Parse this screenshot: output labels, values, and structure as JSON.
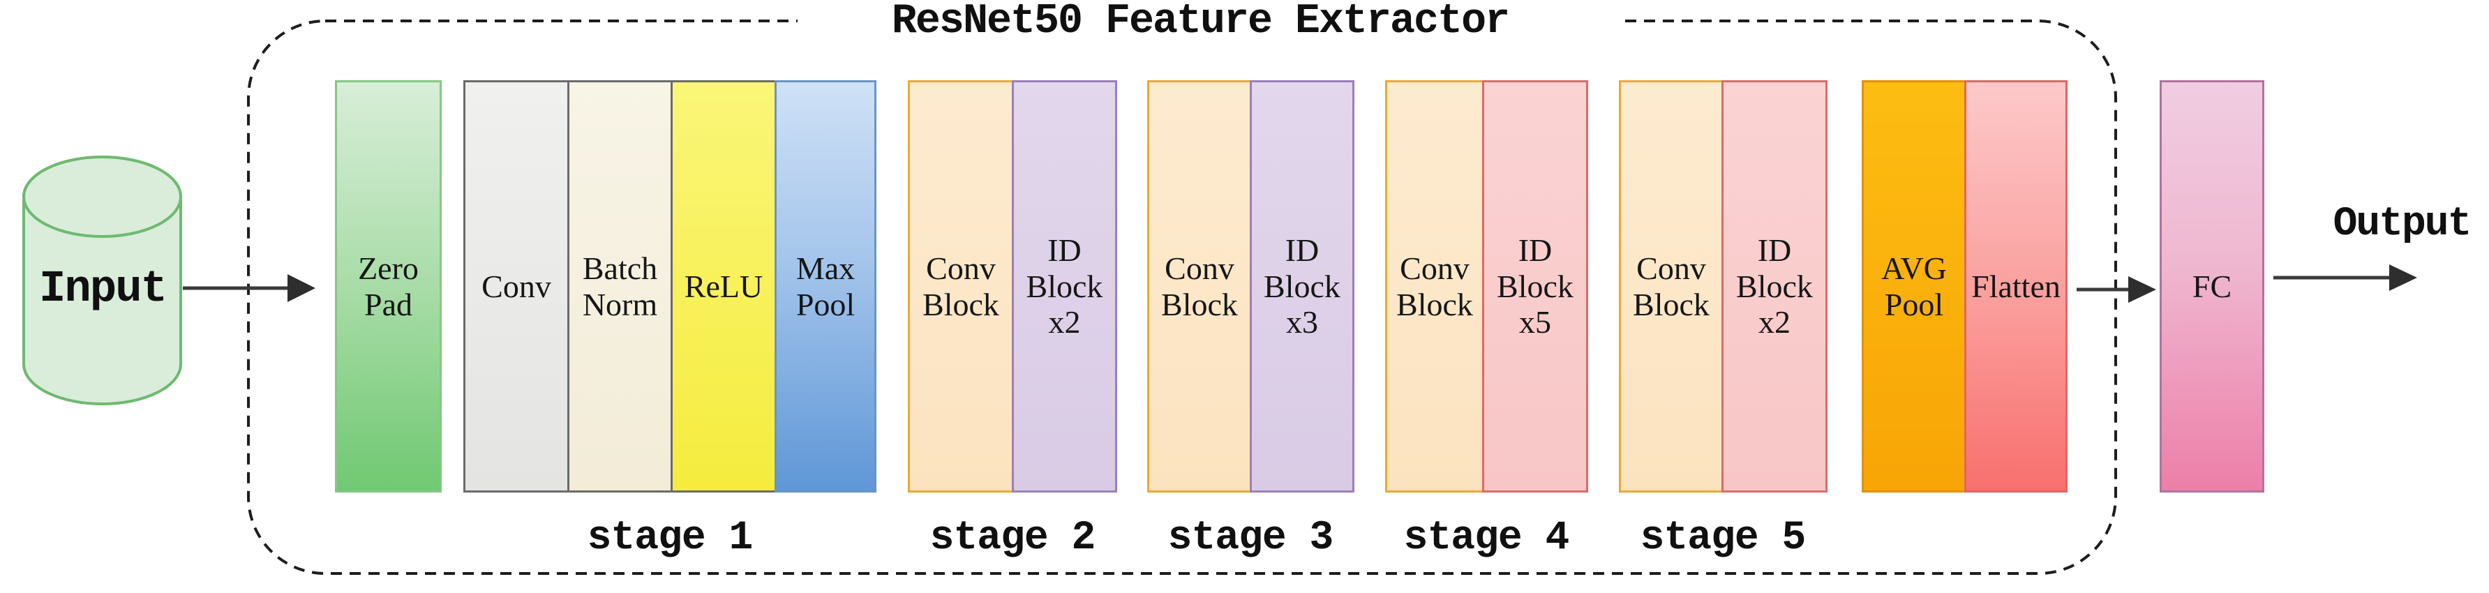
{
  "title": "ResNet50 Feature Extractor",
  "input": {
    "label": "Input"
  },
  "output": {
    "label": "Output"
  },
  "pipeline": {
    "zero_pad": {
      "label": "Zero\nPad"
    },
    "stage1": {
      "conv": "Conv",
      "batch_norm": "Batch\nNorm",
      "relu": "ReLU",
      "max_pool": "Max\nPool"
    },
    "stage2": {
      "conv_block": "Conv\nBlock",
      "id_block": "ID\nBlock\nx2"
    },
    "stage3": {
      "conv_block": "Conv\nBlock",
      "id_block": "ID\nBlock\nx3"
    },
    "stage4": {
      "conv_block": "Conv\nBlock",
      "id_block": "ID\nBlock\nx5"
    },
    "stage5": {
      "conv_block": "Conv\nBlock",
      "id_block": "ID\nBlock\nx2"
    },
    "head": {
      "avg_pool": "AVG\nPool",
      "flatten": "Flatten",
      "fc": "FC"
    }
  },
  "stage_labels": [
    "stage 1",
    "stage 2",
    "stage 3",
    "stage 4",
    "stage 5"
  ],
  "palette": {
    "input_cylinder_fill": "#d9edda",
    "input_cylinder_stroke": "#6eba70",
    "zero_pad_green": "#70c972",
    "stage1_border_gray": "#6b6b6b",
    "relu_yellow": "#f5ec3e",
    "max_pool_blue": "#5f97d7",
    "conv_block_peach": "#fce3c0",
    "conv_block_border_orange": "#eda92f",
    "id_block_purple": "#d9cbe5",
    "id_block_purple_border": "#9b7fb8",
    "id_block_pink": "#f8c6c6",
    "id_block_pink_border": "#d96b6b",
    "avg_pool_amber": "#f8a506",
    "flatten_red": "#f8706e",
    "fc_pink": "#ec7fa8",
    "dashed_border": "#1d1d1d",
    "arrow": "#3b3b3b",
    "text": "#101010"
  }
}
